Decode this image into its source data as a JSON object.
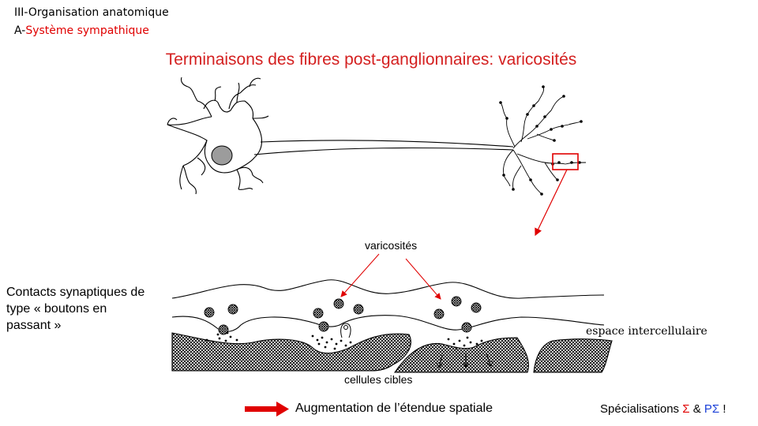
{
  "header": {
    "section": "III-Organisation anatomique",
    "subsection_prefix": "A-",
    "subsection": "Système sympathique"
  },
  "title": "Terminaisons des fibres post-ganglionnaires: varicosités",
  "labels": {
    "contacts": "Contacts synaptiques de type « boutons en passant »",
    "varicosites": "varicosités",
    "espace": "espace intercellulaire",
    "cellules": "cellules cibles"
  },
  "footer": {
    "augmentation": "Augmentation de l’étendue spatiale",
    "specialisations_prefix": "Spécialisations",
    "sigma": "Σ",
    "amp": "&",
    "p_sigma": "PΣ",
    "exclaim": "!"
  },
  "colors": {
    "accent_red": "#e00000",
    "accent_blue": "#1a3fd8"
  }
}
